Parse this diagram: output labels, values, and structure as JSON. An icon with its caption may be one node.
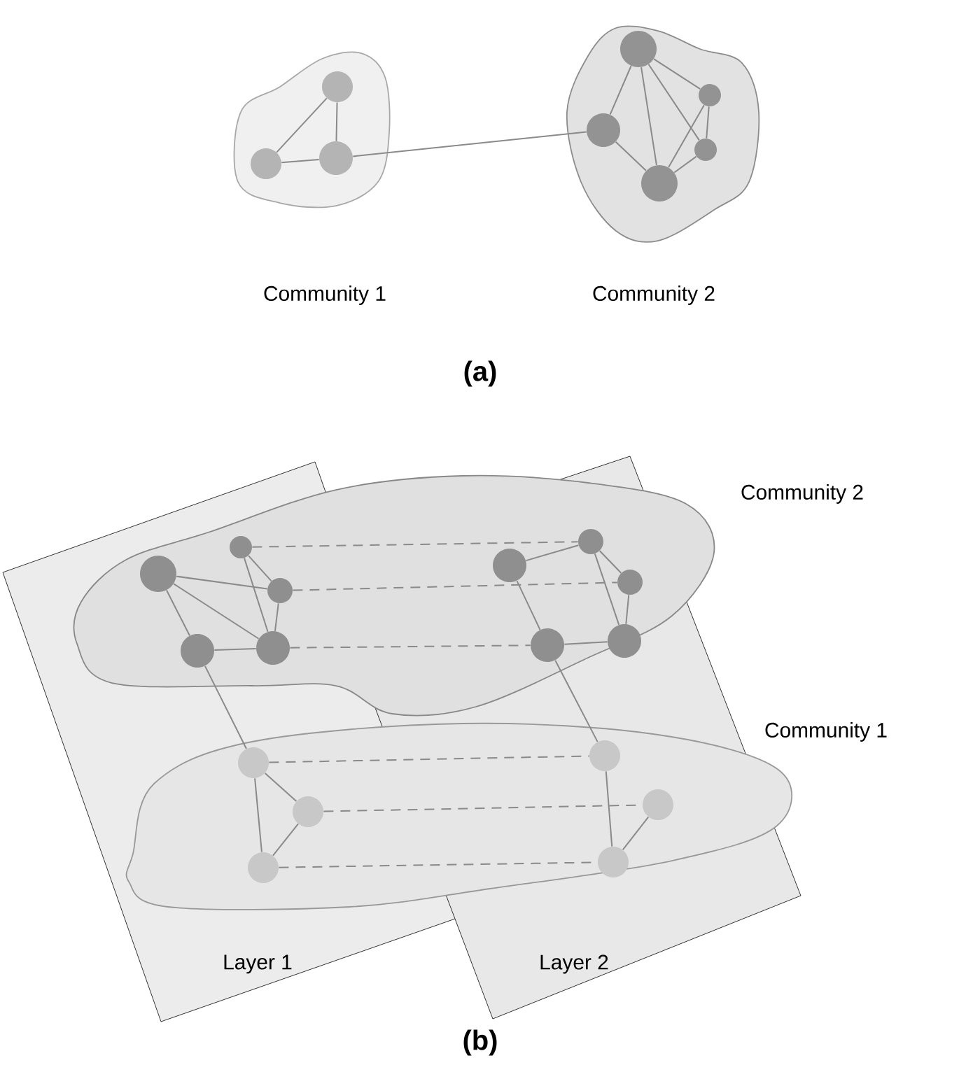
{
  "diagram": {
    "nodes": [
      {
        "text": [
          "Community 1"
        ]
      },
      {
        "text": [],
        "shape": "circle",
        "in": 0
      },
      {
        "text": [],
        "shape": "circle",
        "in": 0
      },
      {
        "text": [],
        "shape": "circle",
        "in": 0
      },
      {
        "text": [
          "Community 2"
        ]
      },
      {
        "text": [],
        "shape": "circle",
        "in": 4
      },
      {
        "text": [],
        "shape": "circle",
        "in": 4
      },
      {
        "text": [],
        "shape": "circle",
        "in": 4
      },
      {
        "text": [],
        "shape": "circle",
        "in": 4
      },
      {
        "text": [],
        "shape": "circle",
        "in": 4
      },
      {
        "text": [
          "Layer 1"
        ]
      },
      {
        "text": [
          "Layer 2"
        ]
      },
      {
        "text": [],
        "shape": "circle",
        "in": 10
      },
      {
        "text": [],
        "shape": "circle",
        "in": 10
      },
      {
        "text": [],
        "shape": "circle",
        "in": 10
      },
      {
        "text": [],
        "shape": "circle",
        "in": 10
      },
      {
        "text": [],
        "shape": "circle",
        "in": 10
      },
      {
        "text": [],
        "shape": "circle",
        "in": 11
      },
      {
        "text": [],
        "shape": "circle",
        "in": 11
      },
      {
        "text": [],
        "shape": "circle",
        "in": 11
      },
      {
        "text": [],
        "shape": "circle",
        "in": 11
      },
      {
        "text": [],
        "shape": "circle",
        "in": 11
      },
      {
        "text": [],
        "shape": "circle",
        "in": 10
      },
      {
        "text": [],
        "shape": "circle",
        "in": 10
      },
      {
        "text": [],
        "shape": "circle",
        "in": 10
      },
      {
        "text": [],
        "shape": "circle",
        "in": 11
      },
      {
        "text": [],
        "shape": "circle",
        "in": 11
      },
      {
        "text": [],
        "shape": "circle",
        "in": 11
      }
    ],
    "edges": [
      {
        "from": 1,
        "to": 2,
        "arrow": "none"
      },
      {
        "from": 1,
        "to": 3,
        "arrow": "none"
      },
      {
        "from": 2,
        "to": 3,
        "arrow": "none"
      },
      {
        "from": 5,
        "to": 6,
        "arrow": "none"
      },
      {
        "from": 5,
        "to": 7,
        "arrow": "none"
      },
      {
        "from": 5,
        "to": 9,
        "arrow": "none"
      },
      {
        "from": 5,
        "to": 8,
        "arrow": "none"
      },
      {
        "from": 6,
        "to": 8,
        "arrow": "none"
      },
      {
        "from": 6,
        "to": 9,
        "arrow": "none"
      },
      {
        "from": 7,
        "to": 9,
        "arrow": "none"
      },
      {
        "from": 9,
        "to": 8,
        "arrow": "none"
      },
      {
        "from": 3,
        "to": 7,
        "arrow": "none"
      },
      {
        "from": 12,
        "to": 14,
        "arrow": "none"
      },
      {
        "from": 12,
        "to": 16,
        "arrow": "none"
      },
      {
        "from": 12,
        "to": 15,
        "arrow": "none"
      },
      {
        "from": 13,
        "to": 16,
        "arrow": "none"
      },
      {
        "from": 13,
        "to": 14,
        "arrow": "none"
      },
      {
        "from": 14,
        "to": 16,
        "arrow": "none"
      },
      {
        "from": 15,
        "to": 16,
        "arrow": "none"
      },
      {
        "from": 17,
        "to": 18,
        "arrow": "none"
      },
      {
        "from": 18,
        "to": 19,
        "arrow": "none"
      },
      {
        "from": 18,
        "to": 21,
        "arrow": "none"
      },
      {
        "from": 19,
        "to": 21,
        "arrow": "none"
      },
      {
        "from": 20,
        "to": 21,
        "arrow": "none"
      },
      {
        "from": 17,
        "to": 20,
        "arrow": "none"
      },
      {
        "from": 13,
        "to": 18,
        "arrow": "none",
        "style": "dashed"
      },
      {
        "from": 14,
        "to": 19,
        "arrow": "none",
        "style": "dashed"
      },
      {
        "from": 16,
        "to": 20,
        "arrow": "none",
        "style": "dashed"
      },
      {
        "from": 15,
        "to": 22,
        "arrow": "none"
      },
      {
        "from": 20,
        "to": 25,
        "arrow": "none"
      },
      {
        "from": 22,
        "to": 23,
        "arrow": "none"
      },
      {
        "from": 22,
        "to": 24,
        "arrow": "none"
      },
      {
        "from": 23,
        "to": 24,
        "arrow": "none"
      },
      {
        "from": 25,
        "to": 27,
        "arrow": "none"
      },
      {
        "from": 26,
        "to": 27,
        "arrow": "none"
      },
      {
        "from": 22,
        "to": 25,
        "arrow": "none",
        "style": "dashed"
      },
      {
        "from": 23,
        "to": 26,
        "arrow": "none",
        "style": "dashed"
      },
      {
        "from": 24,
        "to": 27,
        "arrow": "none",
        "style": "dashed"
      }
    ],
    "labels": [
      "(a)",
      "Community 2",
      "Community 1",
      "(b)"
    ]
  }
}
